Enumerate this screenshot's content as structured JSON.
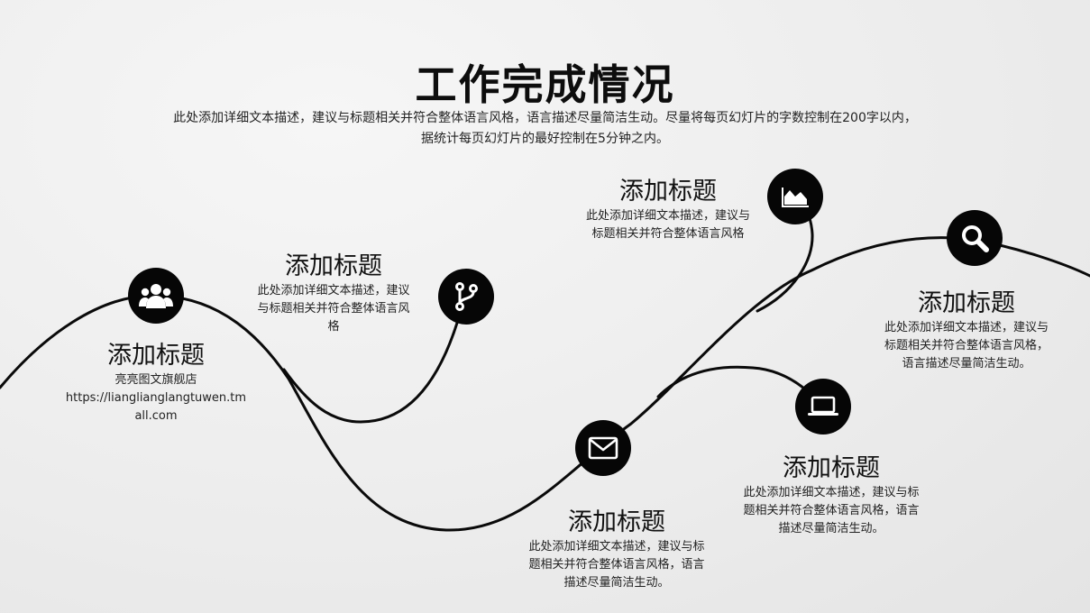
{
  "slide": {
    "title": "工作完成情况",
    "subtitle_line1": "此处添加详细文本描述，建议与标题相关并符合整体语言风格，语言描述尽量简洁生动。尽量将每页幻灯片的字数控制在200字以内，",
    "subtitle_line2": "据统计每页幻灯片的最好控制在5分钟之内。"
  },
  "items": [
    {
      "icon": "users-icon",
      "title": "添加标题",
      "desc": "亮亮图文旗舰店",
      "desc2": "https://lianglianglangtuwen.tmall.com"
    },
    {
      "icon": "git-branch-icon",
      "title": "添加标题",
      "desc": "此处添加详细文本描述，建议与标题相关并符合整体语言风格"
    },
    {
      "icon": "area-chart-icon",
      "title": "添加标题",
      "desc": "此处添加详细文本描述，建议与标题相关并符合整体语言风格"
    },
    {
      "icon": "search-icon",
      "title": "添加标题",
      "desc": "此处添加详细文本描述，建议与标题相关并符合整体语言风格，语言描述尽量简洁生动。"
    },
    {
      "icon": "mail-icon",
      "title": "添加标题",
      "desc": "此处添加详细文本描述，建议与标题相关并符合整体语言风格，语言描述尽量简洁生动。"
    },
    {
      "icon": "laptop-icon",
      "title": "添加标题",
      "desc": "此处添加详细文本描述，建议与标题相关并符合整体语言风格，语言描述尽量简洁生动。"
    }
  ],
  "colors": {
    "node_fill": "#060606",
    "line": "#0a0a0a",
    "background": "#ececec"
  }
}
